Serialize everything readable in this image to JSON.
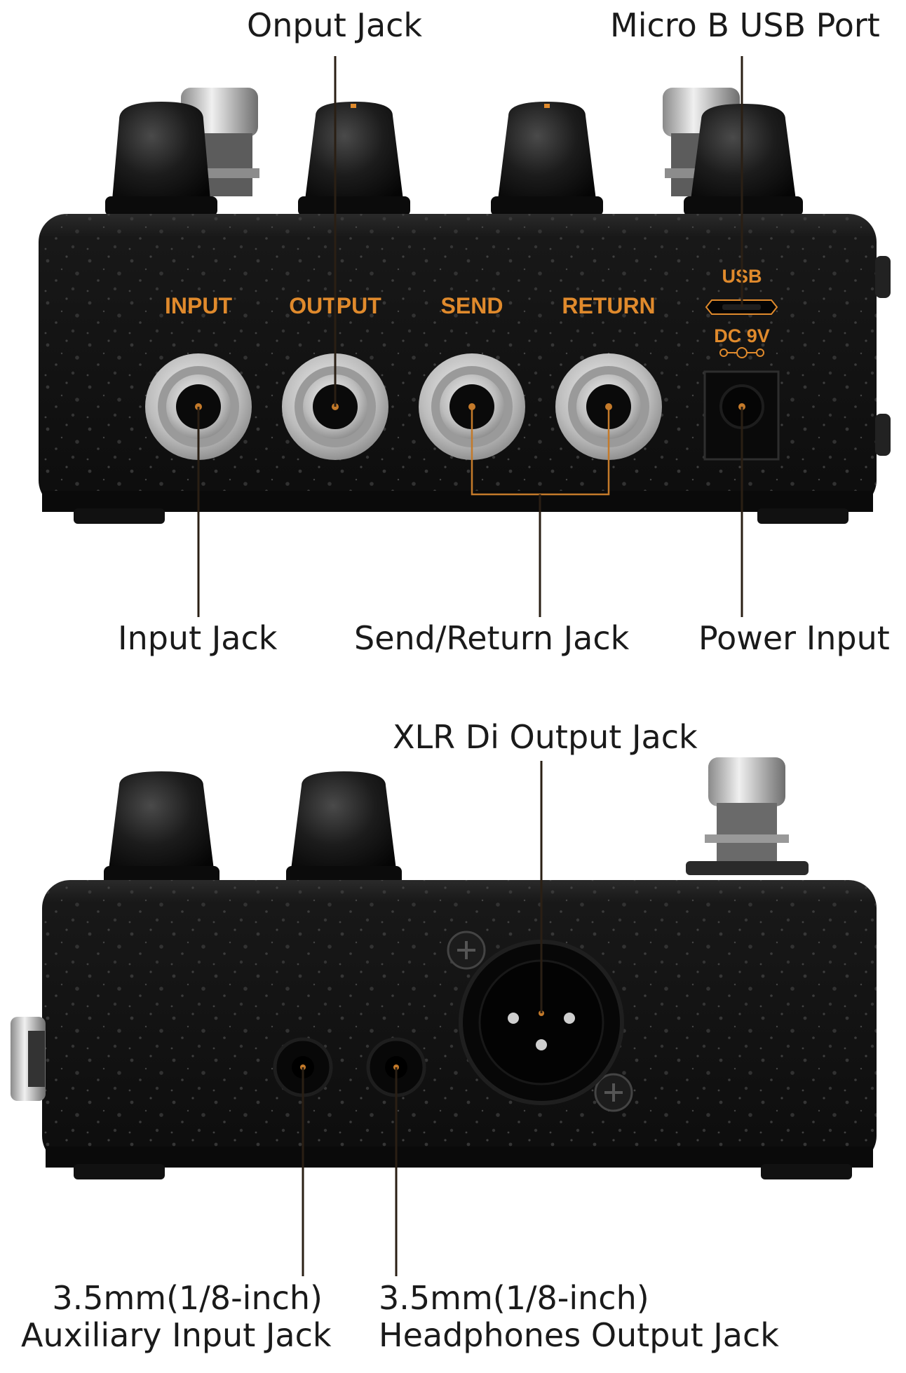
{
  "top_view": {
    "jack_labels": {
      "input": "INPUT",
      "output": "OUTPUT",
      "send": "SEND",
      "return": "RETURN",
      "usb": "USB",
      "dc": "DC 9V"
    },
    "callouts": {
      "output_jack": "Onput Jack",
      "usb_port": "Micro B USB Port",
      "input_jack": "Input Jack",
      "send_return_jack": "Send/Return Jack",
      "power_input": "Power Input"
    }
  },
  "bottom_view": {
    "callouts": {
      "xlr": "XLR Di Output Jack",
      "aux_input": "3.5mm(1/8-inch)\nAuxiliary Input Jack",
      "headphones": "3.5mm(1/8-inch)\nHeadphones Output Jack"
    }
  },
  "colors": {
    "body": "#151515",
    "label_orange": "#e08a2c",
    "jack_silver": "#c8c8c8",
    "background": "#ffffff"
  }
}
